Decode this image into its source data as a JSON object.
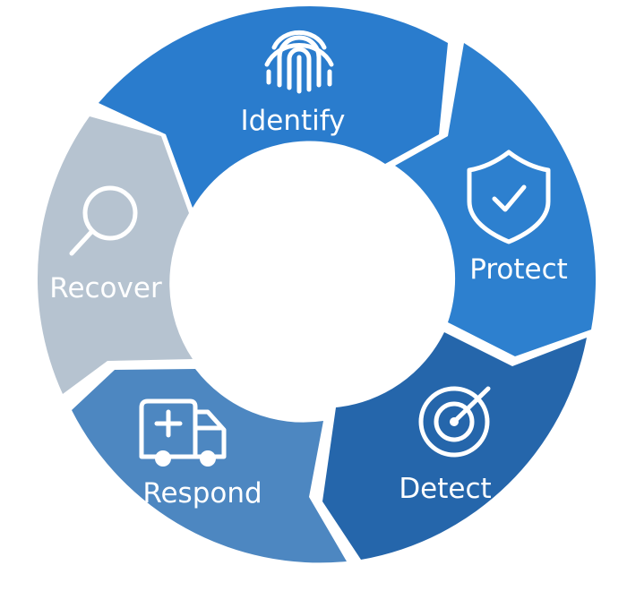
{
  "segments": [
    {
      "id": "identify",
      "label": "Identify",
      "icon": "fingerprint-icon",
      "color": "#2a7ccd"
    },
    {
      "id": "protect",
      "label": "Protect",
      "icon": "shield-check-icon",
      "color": "#2d80cf"
    },
    {
      "id": "detect",
      "label": "Detect",
      "icon": "target-icon",
      "color": "#2566ab"
    },
    {
      "id": "respond",
      "label": "Respond",
      "icon": "ambulance-icon",
      "color": "#4d87c1"
    },
    {
      "id": "recover",
      "label": "Recover",
      "icon": "magnifier-icon",
      "color": "#b6c3d0"
    }
  ]
}
